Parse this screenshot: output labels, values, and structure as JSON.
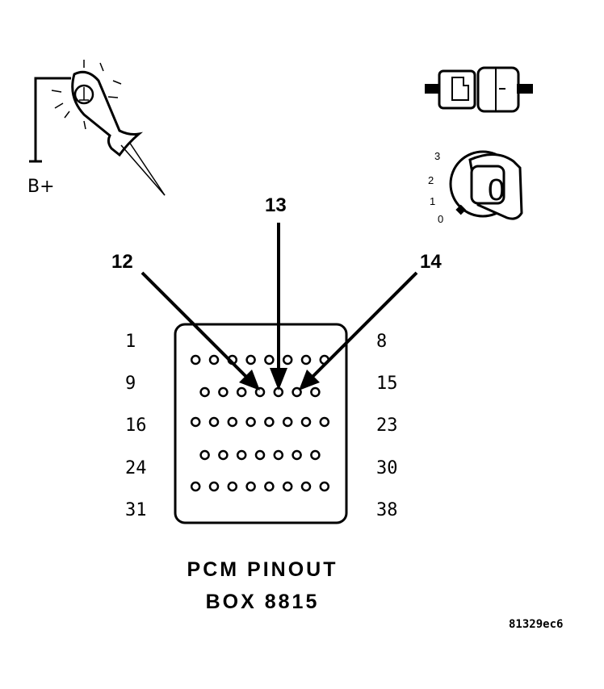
{
  "test_light": {
    "supply_label": "B+"
  },
  "ignition_key": {
    "positions": [
      "3",
      "2",
      "1",
      "0"
    ],
    "key_char": "0"
  },
  "connector": {
    "row_labels_left": [
      "1",
      "9",
      "16",
      "24",
      "31"
    ],
    "row_labels_right": [
      "8",
      "15",
      "23",
      "30",
      "38"
    ],
    "pin_rows": [
      8,
      7,
      8,
      7,
      8
    ]
  },
  "callouts": [
    "12",
    "13",
    "14"
  ],
  "title": {
    "line1": "PCM PINOUT",
    "line2": "BOX 8815"
  },
  "figure_code": "81329ec6",
  "colors": {
    "ink": "#000000",
    "background": "#ffffff"
  }
}
